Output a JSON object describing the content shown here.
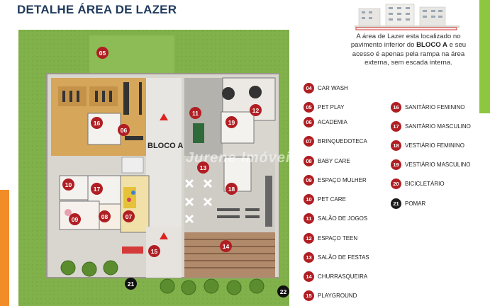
{
  "title": "DETALHE ÁREA DE LAZER",
  "info": {
    "part1": "A área de Lazer esta localizado no pavimento inferior do ",
    "bold1": "BLOCO A",
    "part2": " e seu acesso é apenas pela rampa na área externa, sem escada interna."
  },
  "plan": {
    "bloco_label": "BLOCO A",
    "watermark": "Jurene Imóveis"
  },
  "legend": [
    {
      "n": "04",
      "label": "CAR WASH"
    },
    {
      "n": "05",
      "label": "PET PLAY"
    },
    {
      "n": "06",
      "label": "ACADEMIA"
    },
    {
      "n": "07",
      "label": "BRINQUEDOTECA"
    },
    {
      "n": "08",
      "label": "BABY CARE"
    },
    {
      "n": "09",
      "label": "ESPAÇO MULHER"
    },
    {
      "n": "10",
      "label": "PET CARE"
    },
    {
      "n": "11",
      "label": "SALÃO DE JOGOS"
    },
    {
      "n": "12",
      "label": "ESPAÇO TEEN"
    },
    {
      "n": "13",
      "label": "SALÃO DE FESTAS"
    },
    {
      "n": "14",
      "label": "CHURRASQUEIRA"
    },
    {
      "n": "15",
      "label": "PLAYGROUND"
    },
    {
      "n": "16",
      "label": "SANITÁRIO FEMININO"
    },
    {
      "n": "17",
      "label": "SANITÁRIO MASCULINO"
    },
    {
      "n": "18",
      "label": "VESTIÁRIO FEMININO"
    },
    {
      "n": "19",
      "label": "VESTIÁRIO MASCULINO"
    },
    {
      "n": "20",
      "label": "BICICLETÁRIO"
    },
    {
      "n": "21",
      "label": "POMAR"
    }
  ],
  "markers": [
    "05",
    "06",
    "16",
    "17",
    "10",
    "09",
    "08",
    "07",
    "15",
    "11",
    "12",
    "19",
    "13",
    "18",
    "14",
    "21",
    "22"
  ],
  "colors": {
    "marker_red": "#b01e23",
    "accent_orange": "#f28c28",
    "accent_green": "#8dc63f",
    "title_blue": "#1f3a5c"
  }
}
